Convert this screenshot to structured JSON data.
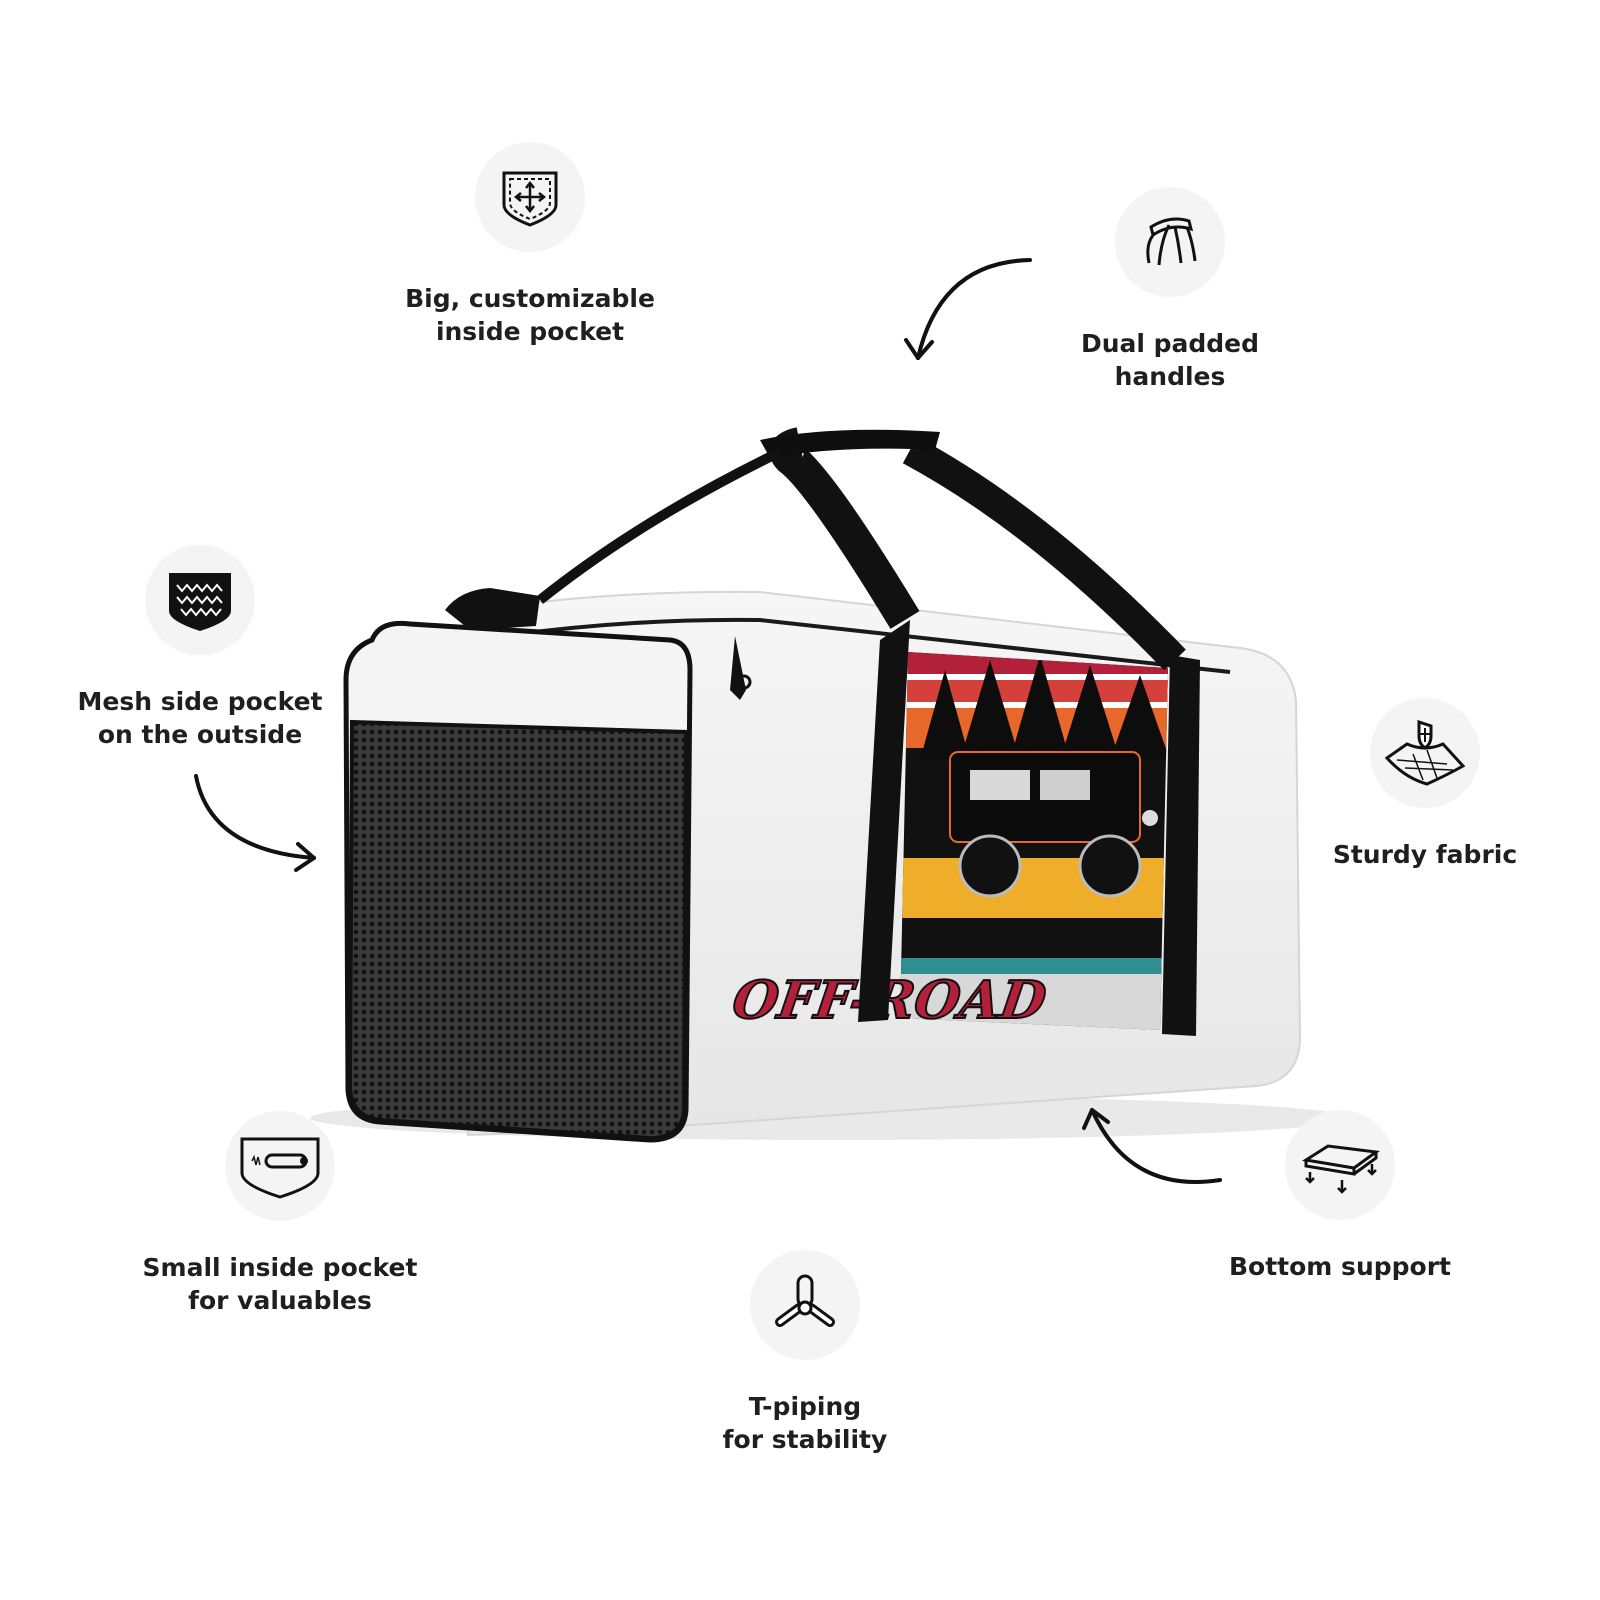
{
  "features": {
    "inside_pocket": {
      "line1": "Big, customizable",
      "line2": "inside pocket",
      "icon": "pocket-arrows-icon"
    },
    "handles": {
      "line1": "Dual padded",
      "line2": "handles",
      "icon": "handle-icon"
    },
    "mesh_pocket": {
      "line1": "Mesh side pocket",
      "line2": "on the outside",
      "icon": "mesh-pocket-icon"
    },
    "fabric": {
      "line1": "Sturdy fabric",
      "icon": "fabric-shield-icon"
    },
    "small_pocket": {
      "line1": "Small inside pocket",
      "line2": "for valuables",
      "icon": "zipper-pocket-icon"
    },
    "bottom": {
      "line1": "Bottom support",
      "icon": "bottom-support-icon"
    },
    "piping": {
      "line1": "T-piping",
      "line2": "for stability",
      "icon": "t-piping-icon"
    }
  },
  "bag": {
    "print_text": "OFF-ROAD",
    "colors": {
      "bag": "#f2f2f2",
      "strap": "#111111",
      "mesh": "#2a2a2a",
      "print_red": "#b3203a",
      "print_orange": "#e8672a",
      "print_yellow": "#eeae2a",
      "print_teal": "#2e8e92"
    }
  }
}
